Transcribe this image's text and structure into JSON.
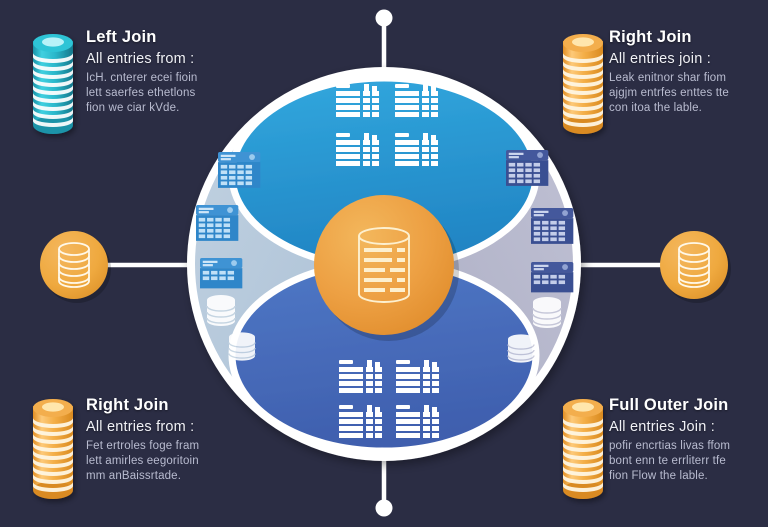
{
  "meta": {
    "title": "SQL Join Types Infographic",
    "background_color": "#2b2d44"
  },
  "palette": {
    "background": "#2b2d44",
    "center_orange": "#eda043",
    "center_orange_dark": "#e0912f",
    "top_lens_blue": "#2b9fd8",
    "bottom_lens_blue": "#4a6fbe",
    "left_quadrant": "#b4c7da",
    "right_quadrant": "#b6b7cb",
    "ring_white": "#ffffff",
    "cylinder_teal": "#26b6c9",
    "cylinder_orange": "#f0a83c",
    "node_orange": "#efa93f",
    "title_text": "#ffffff",
    "sub_text": "#f0f1f6",
    "body_text": "#b9bcd0",
    "table_icon_light_blue": "#2f86c9",
    "table_icon_dark_blue": "#3a4f92"
  },
  "quadrants": {
    "top_left": {
      "name": "left-join-region",
      "color": "#b4c7da",
      "icon_count": 3,
      "icon_type": "table-icon"
    },
    "top_right": {
      "name": "right-join-region",
      "color": "#b6b7cb",
      "icon_count": 3,
      "icon_type": "table-icon"
    },
    "top_lens": {
      "name": "inner-overlap-top",
      "color": "#2b9fd8",
      "icon_count": 4,
      "icon_type": "record-list-icon"
    },
    "bottom_lens": {
      "name": "inner-overlap-bottom",
      "color": "#4a6fbe",
      "icon_count": 4,
      "icon_type": "record-list-icon"
    },
    "center": {
      "name": "center-database-node",
      "color": "#eda043",
      "icon_type": "database-table-icon"
    }
  },
  "labels": {
    "left_join": {
      "title": "Left Join",
      "subtitle": "All entries from :",
      "body": [
        "IcH. cnterer ecei fioin",
        "lett saerfes ethetlons",
        "fion we ciar kVde."
      ],
      "cylinder": {
        "name": "teal-database-cylinder",
        "color": "#26b6c9",
        "discs": 10
      }
    },
    "right_join": {
      "title": "Right Join",
      "subtitle": "All entries join :",
      "body": [
        "Leak enitnor shar fiom",
        "ajgjm entrfes enttes tte",
        "con itoa the lable."
      ],
      "cylinder": {
        "name": "orange-database-cylinder",
        "color": "#f0a83c",
        "discs": 10
      }
    },
    "bottom_left_join": {
      "title": "Right Join",
      "subtitle": "All entries from :",
      "body": [
        "Fet ertroles foge fram",
        "lett amirles eegoritoin",
        "mm anBaissrtade."
      ],
      "cylinder": {
        "name": "orange-database-cylinder",
        "color": "#f0a83c",
        "discs": 10
      }
    },
    "full_outer_join": {
      "title": "Full Outer Join",
      "subtitle": "All entries Join :",
      "body": [
        "pofir encrtias livas ffom",
        "bont enn te errliterr tfe",
        "fion Flow the lable."
      ],
      "cylinder": {
        "name": "orange-database-cylinder",
        "color": "#f0a83c",
        "discs": 10
      }
    }
  },
  "side_nodes": {
    "left": {
      "name": "left-database-node",
      "color": "#efa93f",
      "icon": "database-cylinder-icon"
    },
    "right": {
      "name": "right-database-node",
      "color": "#efa93f",
      "icon": "database-cylinder-icon"
    }
  },
  "connectors": {
    "top": {
      "name": "top-connector",
      "dot_color": "#ffffff"
    },
    "bottom": {
      "name": "bottom-connector",
      "dot_color": "#ffffff"
    },
    "left": {
      "name": "left-connector-line",
      "color": "#ffffff"
    },
    "right": {
      "name": "right-connector-line",
      "color": "#ffffff"
    }
  }
}
